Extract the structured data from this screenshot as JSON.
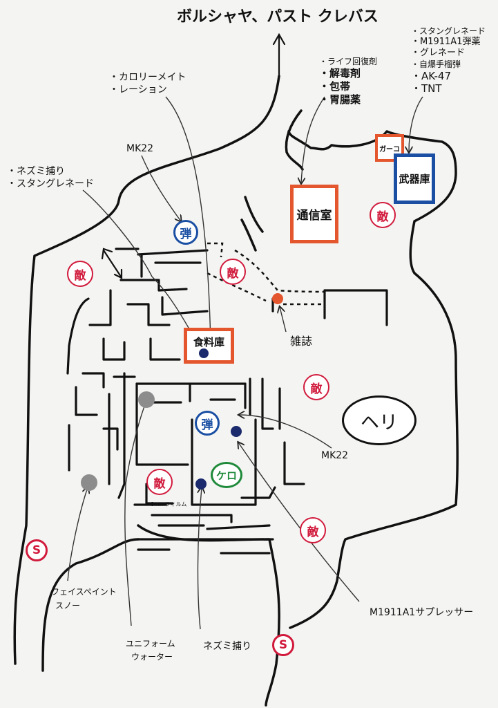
{
  "title": "ボルシャヤ、パスト クレバス",
  "rooms": {
    "comms": "通信室",
    "armory": "武器庫",
    "garage": "ガーコ",
    "food": "食料庫"
  },
  "markers": {
    "enemy": "敵",
    "save": "S",
    "ammo": "弾",
    "frog": "ケロ",
    "heli": "ヘリ"
  },
  "labels": {
    "calorie_list": [
      "・カロリーメイト",
      "・レーション"
    ],
    "mk22_top": "MK22",
    "trap_list": [
      "・ネズミ捕り",
      "・スタングレネード"
    ],
    "comms_items": [
      "・ライフ回復剤",
      "・解毒剤",
      "・包帯",
      "・胃腸薬"
    ],
    "armory_items": [
      "・スタングレネード",
      "・M1911A1弾薬",
      "・グレネード",
      "・自爆手榴弾",
      "・AK-47",
      "・TNT"
    ],
    "magazine": "雑誌",
    "mk22_right": "MK22",
    "film": "8mmフィルム",
    "m1911": "M1911A1サプレッサー",
    "facepaint": [
      "フェイスペイント",
      "スノー"
    ],
    "uniform": [
      "ユニフォーム",
      "ウォーター"
    ],
    "mousetrap_bottom": "ネズミ捕り"
  },
  "colors": {
    "ink": "#111111",
    "red": "#d11a3c",
    "orange": "#e4572e",
    "blue": "#1a4fa3",
    "green": "#1f8a3a",
    "gray": "#8c8c8c"
  }
}
